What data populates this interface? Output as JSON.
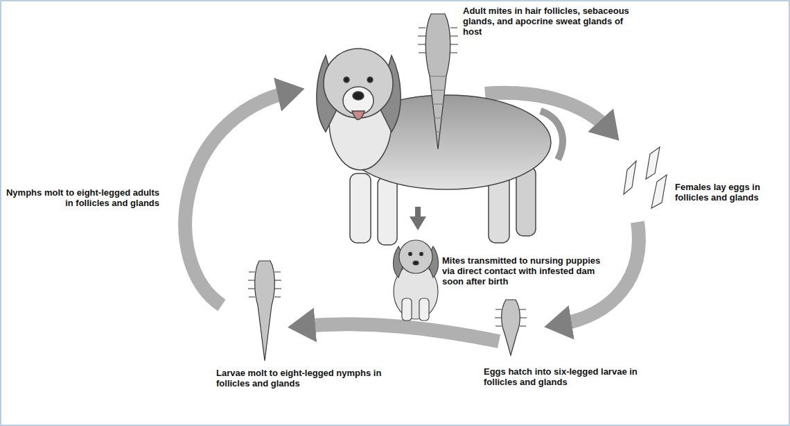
{
  "diagram": {
    "labels": [
      "Adult mites in hair follicles, sebaceous glands, and apocrine sweat glands of host",
      "Females lay eggs in follicles and glands",
      "Mites transmitted to nursing puppies via direct contact with infested dam soon after birth",
      "Eggs hatch into six-legged larvae in follicles and glands",
      "Larvae molt to eight-legged nymphs in follicles and glands",
      "Nymphs molt to eight-legged adults in follicles and glands"
    ]
  }
}
